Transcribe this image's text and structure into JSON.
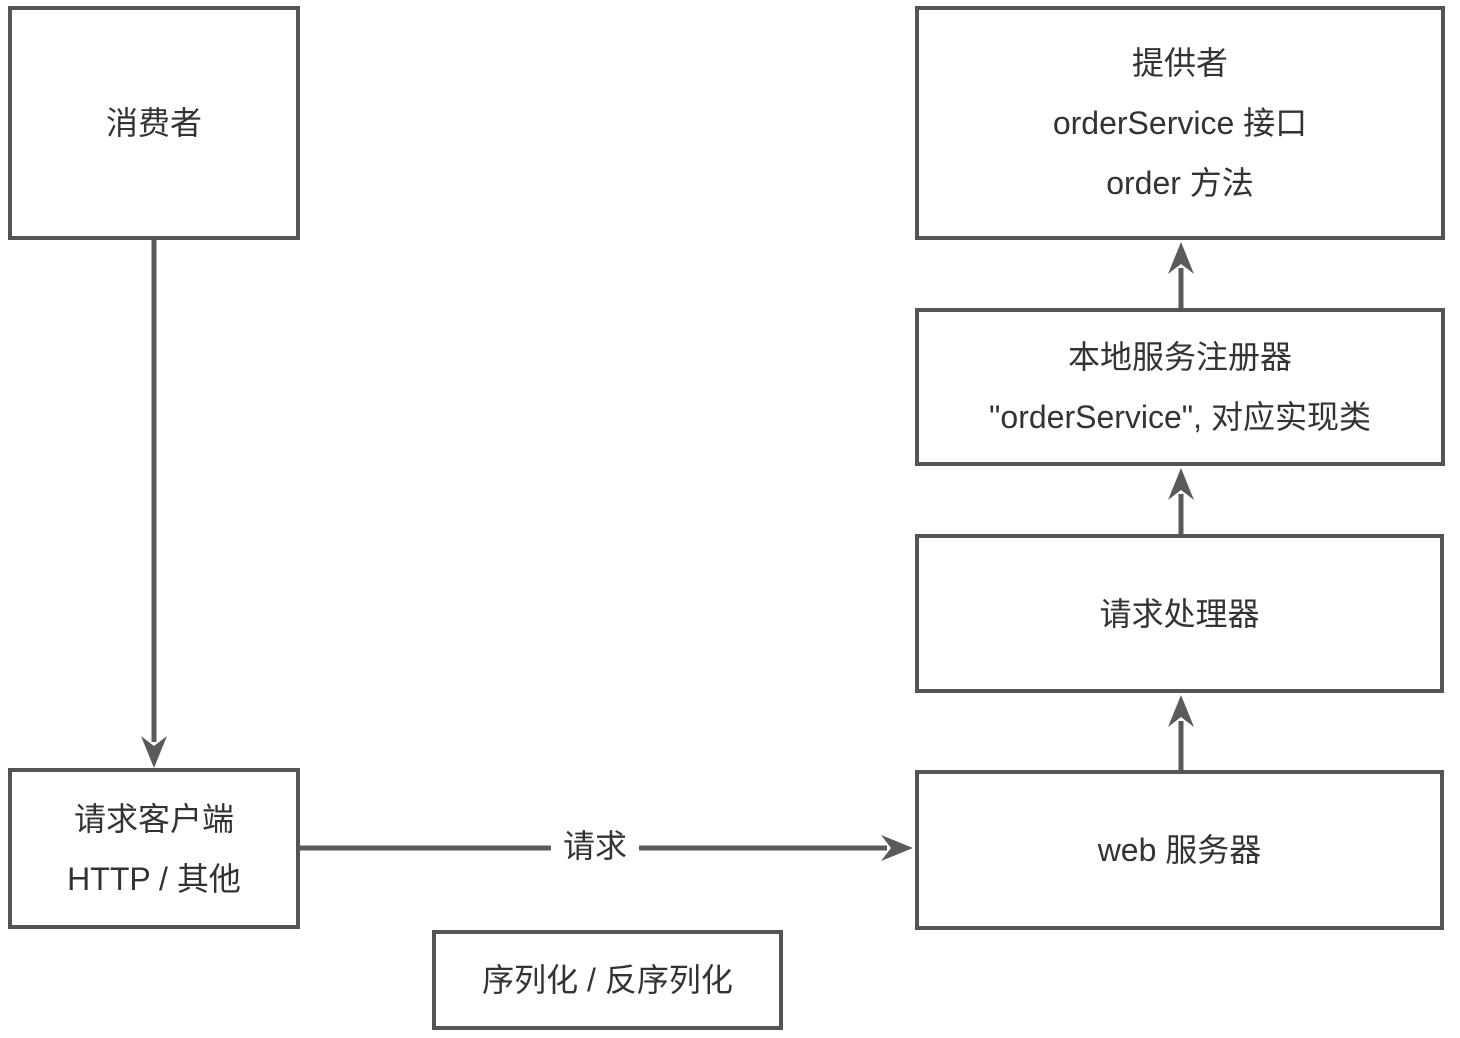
{
  "diagram": {
    "colors": {
      "box_border": "#545454",
      "text": "#333333",
      "arrow": "#5a5a5a",
      "background": "#ffffff"
    },
    "nodes": {
      "consumer": {
        "lines": [
          "消费者"
        ]
      },
      "request_client": {
        "lines": [
          "请求客户端",
          "HTTP / 其他"
        ]
      },
      "web_server": {
        "lines": [
          "web 服务器"
        ]
      },
      "request_handler": {
        "lines": [
          "请求处理器"
        ]
      },
      "local_registry": {
        "lines": [
          "本地服务注册器",
          "\"orderService\", 对应实现类"
        ]
      },
      "provider": {
        "lines": [
          "提供者",
          "orderService 接口",
          "order 方法"
        ]
      },
      "serialization": {
        "lines": [
          "序列化 / 反序列化"
        ]
      }
    },
    "edge_labels": {
      "request": "请求"
    }
  }
}
